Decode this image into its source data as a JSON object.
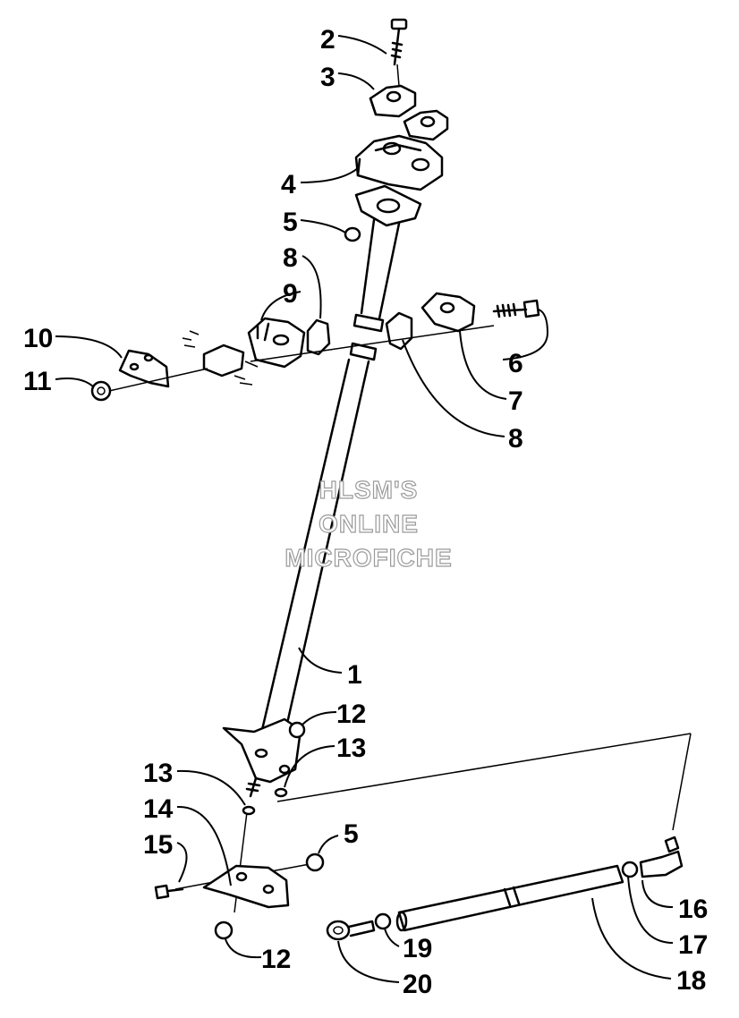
{
  "watermark": {
    "line1": "HLSM'S",
    "line2": "ONLINE",
    "line3": "MICROFICHE"
  },
  "callouts": {
    "c1": "1",
    "c2": "2",
    "c3": "3",
    "c4": "4",
    "c5_top": "5",
    "c5_bottom": "5",
    "c6": "6",
    "c7": "7",
    "c8_top": "8",
    "c8_right": "8",
    "c9": "9",
    "c10": "10",
    "c11": "11",
    "c12_top": "12",
    "c12_bottom": "12",
    "c13_right": "13",
    "c13_left": "13",
    "c14": "14",
    "c15": "15",
    "c16": "16",
    "c17": "17",
    "c18": "18",
    "c19": "19",
    "c20": "20"
  }
}
